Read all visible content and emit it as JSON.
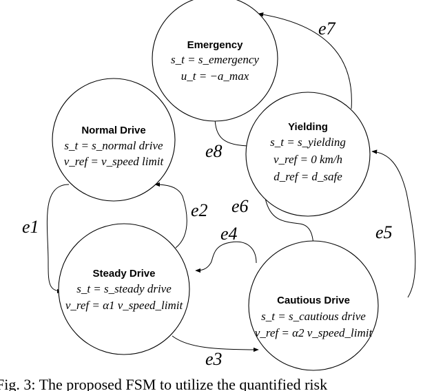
{
  "states": {
    "emergency": {
      "title": "Emergency",
      "line1": "s_t = s_emergency",
      "line2": "u_t = −a_max"
    },
    "normal": {
      "title": "Normal Drive",
      "line1": "s_t = s_normal drive",
      "line2": "v_ref = v_speed limit"
    },
    "yielding": {
      "title": "Yielding",
      "line1": "s_t = s_yielding",
      "line2": "v_ref = 0 km/h",
      "line3": "d_ref = d_safe"
    },
    "steady": {
      "title": "Steady Drive",
      "line1": "s_t = s_steady drive",
      "line2": "v_ref = α1 v_speed_limit"
    },
    "cautious": {
      "title": "Cautious Drive",
      "line1": "s_t = s_cautious drive",
      "line2": "v_ref = α2 v_speed_limit"
    }
  },
  "edges": {
    "e1": "e1",
    "e2": "e2",
    "e3": "e3",
    "e4": "e4",
    "e5": "e5",
    "e6": "e6",
    "e7": "e7",
    "e8": "e8"
  },
  "caption": "Fig. 3: The proposed FSM to utilize the quantified risk"
}
